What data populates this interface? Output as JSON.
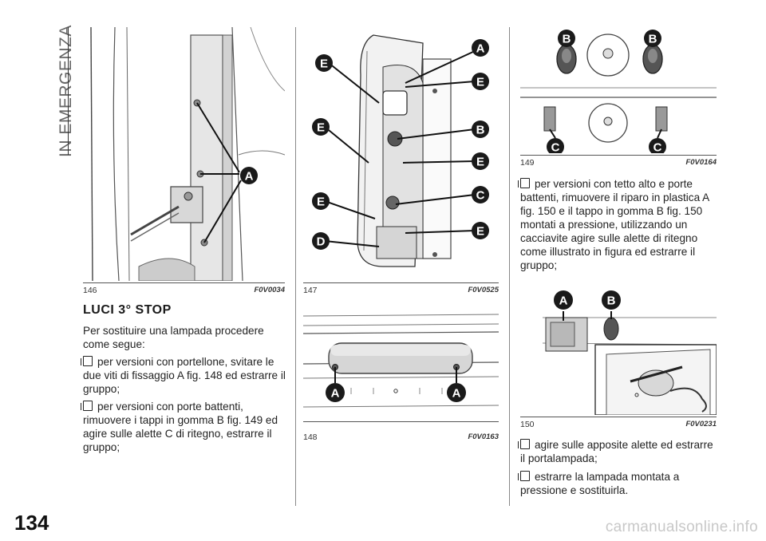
{
  "sidebar": {
    "section_title": "IN EMERGENZA"
  },
  "page_number": "134",
  "figures": [
    {
      "number": "146",
      "code": "F0V0034",
      "labels": [
        "A"
      ]
    },
    {
      "number": "147",
      "code": "F0V0525",
      "labels": [
        "A",
        "E",
        "E",
        "B",
        "E",
        "E",
        "C",
        "E",
        "E",
        "D"
      ]
    },
    {
      "number": "148",
      "code": "F0V0163",
      "labels": [
        "A",
        "A"
      ]
    },
    {
      "number": "149",
      "code": "F0V0164",
      "labels": [
        "B",
        "B",
        "C",
        "C"
      ]
    },
    {
      "number": "150",
      "code": "F0V0231",
      "labels": [
        "A",
        "B"
      ]
    }
  ],
  "section": {
    "title": "LUCI 3° STOP",
    "intro": "Per sostituire una lampada procedere come segue:",
    "steps": [
      "per versioni con portellone, svitare le due viti di fissaggio A fig. 148 ed estrarre il gruppo;",
      "per versioni con porte battenti, rimuovere i tappi in gomma B fig. 149 ed agire sulle alette C di ritegno, estrarre il gruppo;",
      "per versioni con tetto alto e porte battenti, rimuovere il riparo in plastica A fig. 150 e il tappo in gomma B fig. 150 montati a pressione, utilizzando un cacciavite agire sulle alette di ritegno come illustrato in figura ed estrarre il gruppo;",
      "agire sulle apposite alette ed estrarre il portalampada;",
      "estrarre la lampada montata a pressione e sostituirla."
    ]
  },
  "watermark": "carmanualsonline.info"
}
